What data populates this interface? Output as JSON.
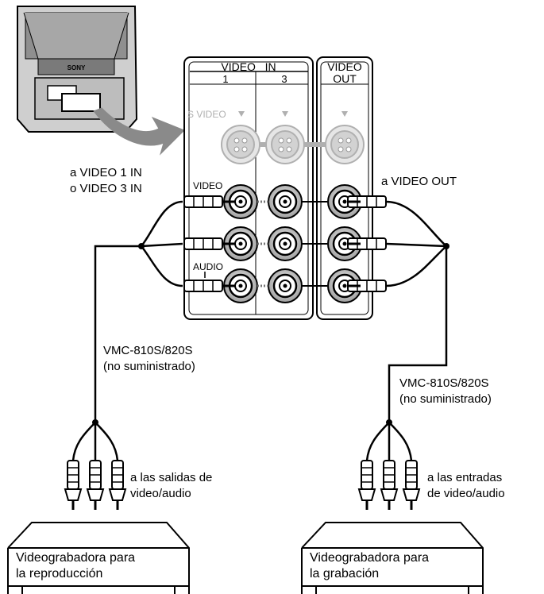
{
  "panel": {
    "video_in_header": "VIDEO   IN",
    "video_out_header_line1": "VIDEO",
    "video_out_header_line2": "OUT",
    "col_1": "1",
    "col_3": "3",
    "s_video_label": "S VIDEO",
    "video_label": "VIDEO",
    "audio_label": "AUDIO",
    "brand": "SONY"
  },
  "labels": {
    "video_in_target_line1": "a VIDEO 1 IN",
    "video_in_target_line2": "o VIDEO 3 IN",
    "video_out_target": "a VIDEO OUT",
    "cable_left_line1": "VMC-810S/820S",
    "cable_left_line2": "(no suministrado)",
    "cable_right_line1": "VMC-810S/820S",
    "cable_right_line2": "(no suministrado)",
    "plugs_left_line1": "a las salidas de",
    "plugs_left_line2": "video/audio",
    "plugs_right_line1": "a las entradas",
    "plugs_right_line2": "de video/audio"
  },
  "devices": {
    "playback_line1": "Videograbadora para",
    "playback_line2": "la reproducción",
    "recording_line1": "Videograbadora para",
    "recording_line2": "la grabación"
  },
  "colors": {
    "line": "#000000",
    "panel_fill": "#ffffff",
    "jack_gray": "#bdbdbd",
    "arrow_gray": "#8a8a8a",
    "tv_gray": "#9a9a9a"
  }
}
